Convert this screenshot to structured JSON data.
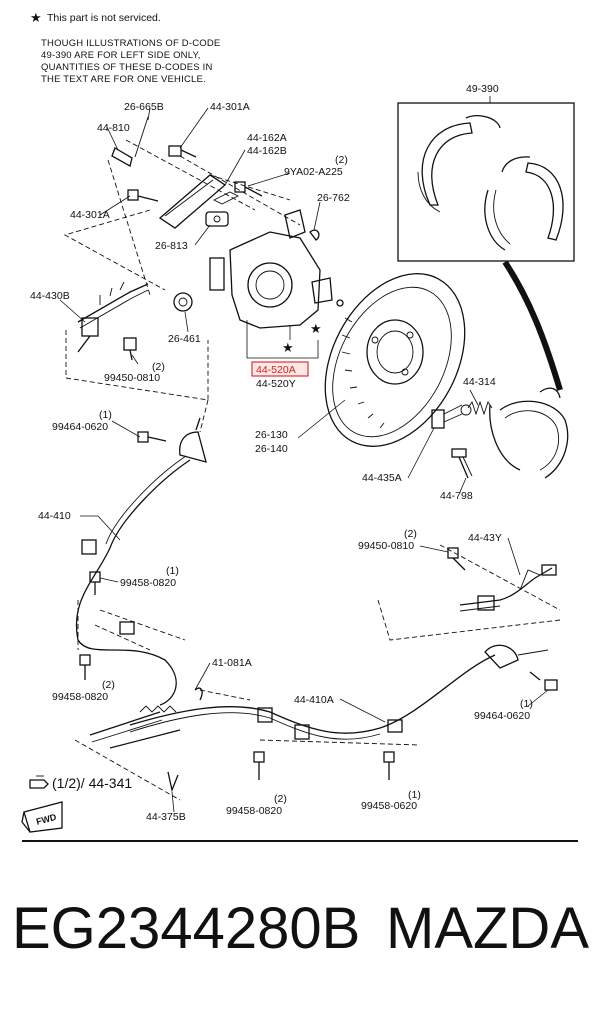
{
  "note": {
    "star": "★",
    "star_text": "This part is not serviced.",
    "lines": [
      "THOUGH ILLUSTRATIONS OF D-CODE",
      "49-390    ARE FOR LEFT SIDE ONLY,",
      "QUANTITIES OF THESE D-CODES IN",
      "THE TEXT ARE FOR ONE VEHICLE."
    ]
  },
  "highlight_color": "#dd3333",
  "labels": {
    "p26_665B": "26-665B",
    "p44_301A_top": "44-301A",
    "p44_810": "44-810",
    "p44_162A": "44-162A",
    "p44_162B": "44-162B",
    "qty_9ya02": "(2)",
    "p9YA02_A225": "9YA02-A225",
    "p49_390": "49-390",
    "p26_762": "26-762",
    "p44_301A_left": "44-301A",
    "p26_813": "26-813",
    "p44_430B": "44-430B",
    "p26_461": "26-461",
    "p44_520A": "44-520A",
    "p44_520Y": "44-520Y",
    "qty_99450_a": "(2)",
    "p99450_0810_a": "99450-0810",
    "p44_314": "44-314",
    "qty_99464_a": "(1)",
    "p99464_0620_a": "99464-0620",
    "p26_130": "26-130",
    "p26_140": "26-140",
    "p44_435A": "44-435A",
    "p44_798": "44-798",
    "p44_410": "44-410",
    "qty_99450_b": "(2)",
    "p99450_0810_b": "99450-0810",
    "p44_43Y": "44-43Y",
    "qty_99458_a": "(1)",
    "p99458_0820_a": "99458-0820",
    "qty_99458_b": "(2)",
    "p99458_0820_b": "99458-0820",
    "p41_081A": "41-081A",
    "p44_410A": "44-410A",
    "qty_99464_b": "(1)",
    "p99464_0620_b": "99464-0620",
    "ref": "(1/2)/ 44-341",
    "p44_375B": "44-375B",
    "qty_99458_c": "(2)",
    "p99458_0820_c": "99458-0820",
    "qty_99458_d": "(1)",
    "p99458_0620_d": "99458-0620",
    "fwd": "FWD"
  },
  "footer": {
    "part_number": "EG2344280B",
    "brand": "MAZDA"
  }
}
